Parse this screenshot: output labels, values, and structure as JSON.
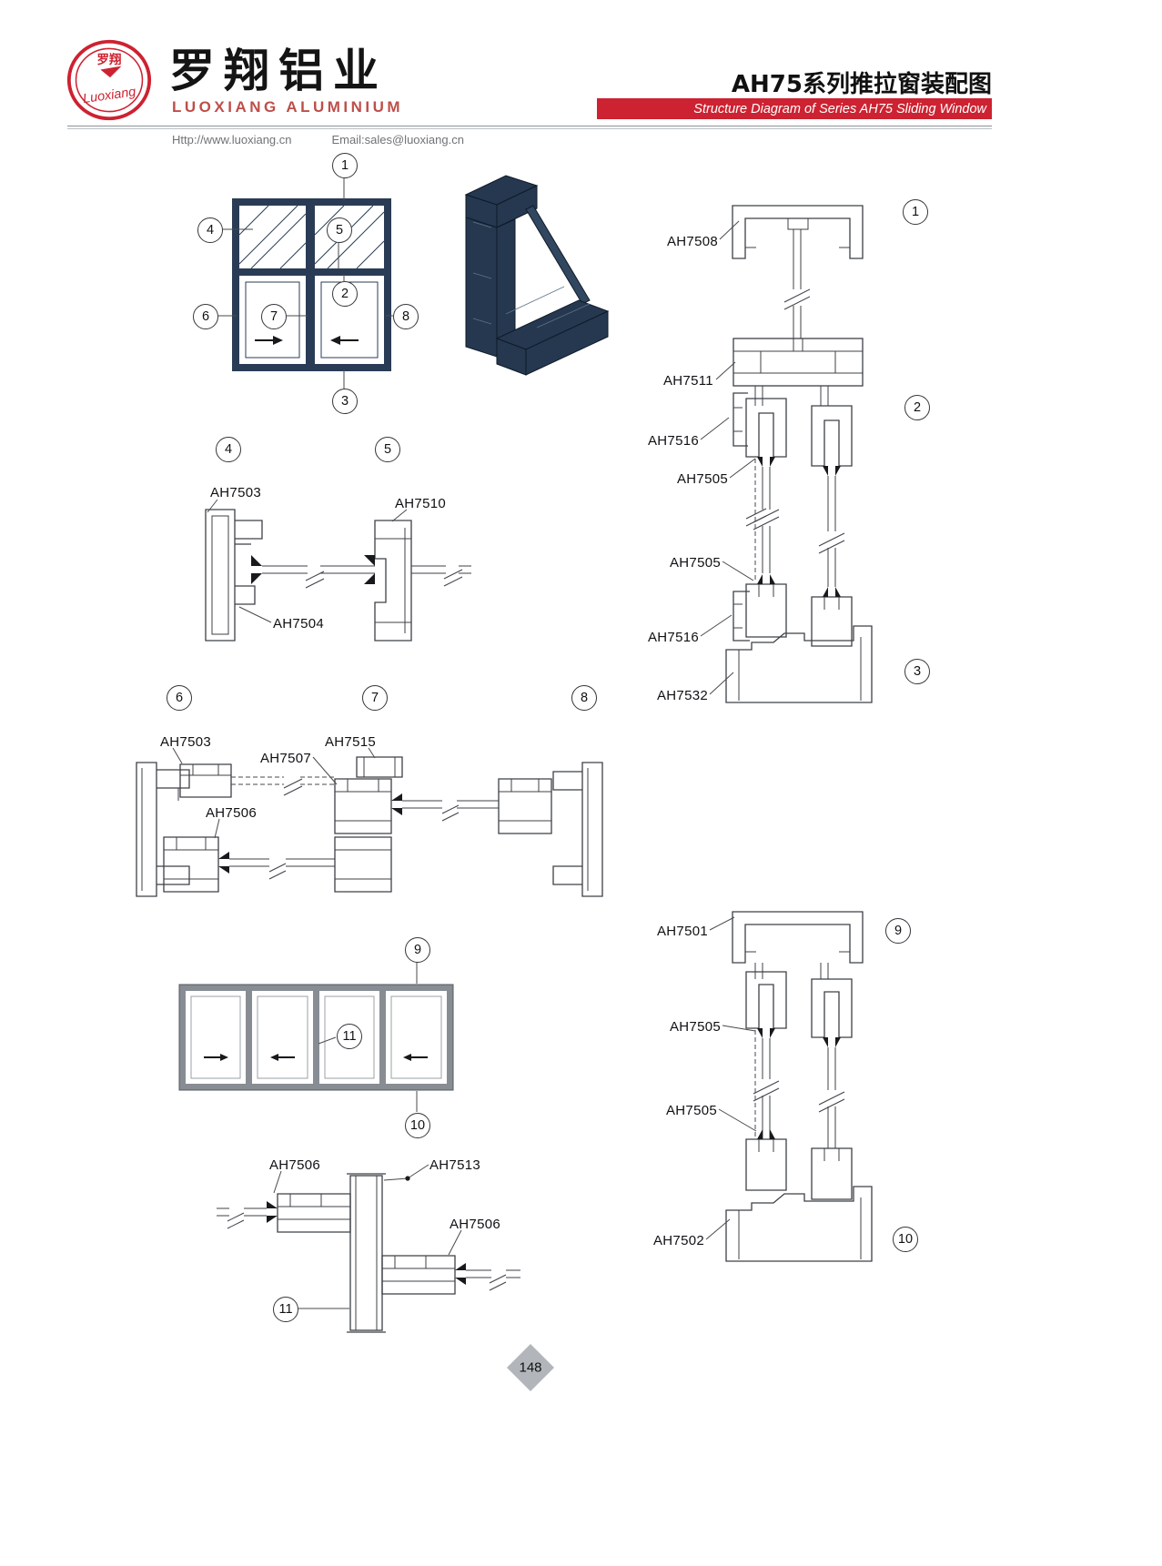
{
  "header": {
    "logo_cn": "罗翔",
    "logo_script": "Luoxiang",
    "company_cn": "罗翔铝业",
    "company_en": "LUOXIANG ALUMINIUM",
    "title_cn": "AH75系列推拉窗装配图",
    "title_en": "Structure Diagram of Series AH75 Sliding Window",
    "website": "Http://www.luoxiang.cn",
    "email": "Email:sales@luoxiang.cn"
  },
  "page_number": "148",
  "colors": {
    "accent_red": "#cd2231",
    "frame_navy": "#2a3c55",
    "frame_gray": "#878d93"
  },
  "diagrams": {
    "elevation_top": {
      "callouts": [
        "1",
        "4",
        "5",
        "2",
        "6",
        "7",
        "8",
        "3"
      ]
    },
    "section_1_2_3": {
      "callouts": [
        "1",
        "2",
        "3"
      ],
      "parts": [
        "AH7508",
        "AH7511",
        "AH7516",
        "AH7505",
        "AH7505",
        "AH7516",
        "AH7532"
      ]
    },
    "section_4_5": {
      "callouts": [
        "4",
        "5"
      ],
      "parts": [
        "AH7503",
        "AH7510",
        "AH7504"
      ]
    },
    "section_6_7_8": {
      "callouts": [
        "6",
        "7",
        "8"
      ],
      "parts": [
        "AH7503",
        "AH7507",
        "AH7515",
        "AH7506"
      ]
    },
    "elevation_bottom": {
      "callouts": [
        "9",
        "11",
        "10"
      ]
    },
    "section_9_10": {
      "callouts": [
        "9",
        "10"
      ],
      "parts": [
        "AH7501",
        "AH7505",
        "AH7505",
        "AH7502"
      ]
    },
    "section_11": {
      "callouts": [
        "11"
      ],
      "parts": [
        "AH7506",
        "AH7513",
        "AH7506"
      ]
    }
  }
}
